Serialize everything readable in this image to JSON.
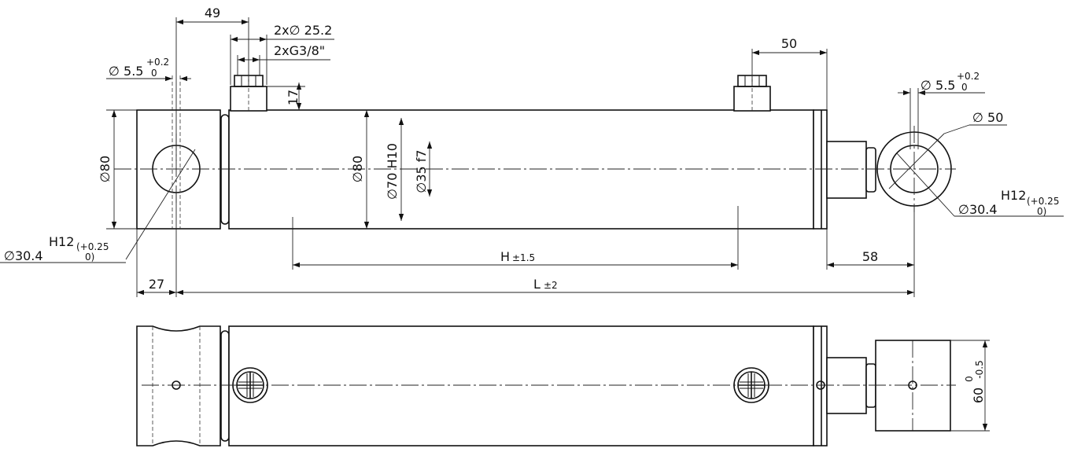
{
  "dimensions": {
    "d49": "49",
    "ports_dia": "2x∅ 25.2",
    "ports_thread": "2xG3/8\"",
    "d50": "50",
    "pin_left_dia": "∅ 5.5",
    "pin_left_tol_up": "+0.2",
    "pin_left_tol_low": "0",
    "pin_right_dia": "∅ 5.5",
    "pin_right_tol_up": "+0.2",
    "pin_right_tol_low": "0",
    "d17": "17",
    "eye_dia": "∅ 50",
    "body_dia_left": "∅80",
    "body_dia_mid": "∅80",
    "bore": "∅70 H10",
    "rod": "∅35 f7",
    "bore_left": "∅30.4",
    "bore_left_fit": "H12",
    "bore_left_tol_up": "(+0.25",
    "bore_left_tol_low": "0)",
    "bore_right": "∅30.4",
    "bore_right_fit": "H12",
    "bore_right_tol_up": "(+0.25",
    "bore_right_tol_low": "0)",
    "h": "H",
    "h_tol": "±1.5",
    "d58": "58",
    "d27": "27",
    "l": "L",
    "l_tol": "±2",
    "width": "60",
    "width_tol_up": "0",
    "width_tol_low": "-0.5"
  }
}
